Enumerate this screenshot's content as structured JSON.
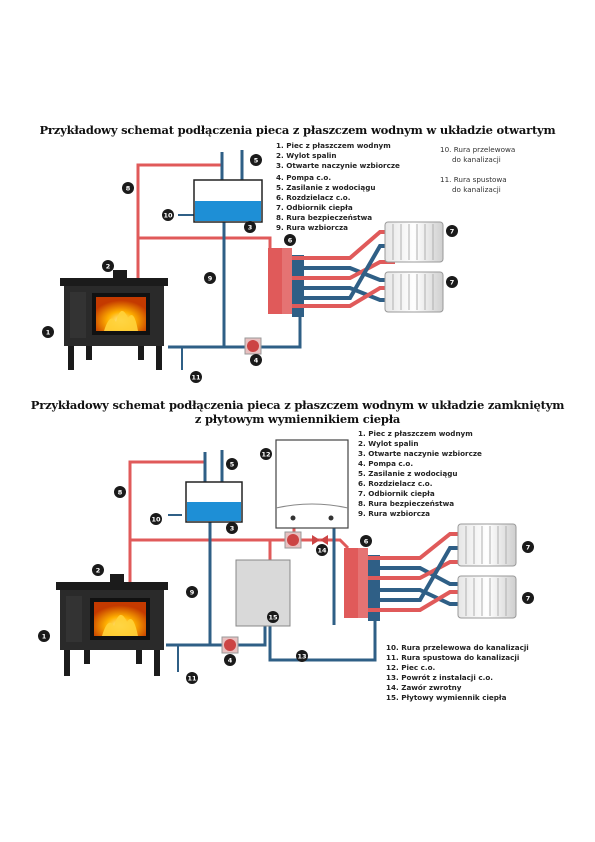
{
  "diagram1": {
    "title": "Przykładowy schemat podłączenia pieca z płaszczem wodnym w układzie otwartym",
    "legend_left": [
      "1. Piec z płaszczem wodnym",
      "2. Wylot spalin",
      "3. Otwarte naczynie wzbiorcze",
      "4. Pompa c.o.",
      "5. Zasilanie z wodociągu",
      "6. Rozdzielacz c.o.",
      "7. Odbiornik ciepła",
      "8. Rura bezpieczeństwa",
      "9. Rura wzbiorcza"
    ],
    "legend_right": [
      "10. Rura przelewowa",
      "do kanalizacji",
      "11. Rura spustowa",
      "do kanalizacji"
    ],
    "markers": [
      "1",
      "2",
      "3",
      "4",
      "5",
      "6",
      "7",
      "7",
      "8",
      "9",
      "10",
      "11"
    ]
  },
  "diagram2": {
    "title_line1": "Przykładowy schemat podłączenia pieca z płaszczem wodnym w układzie zamkniętym",
    "title_line2": "z płytowym wymiennikiem ciepła",
    "legend_top": [
      "1. Piec z płaszczem wodnym",
      "2. Wylot spalin",
      "3. Otwarte naczynie wzbiorcze",
      "4. Pompa c.o.",
      "5. Zasilanie z wodociągu",
      "6. Rozdzielacz c.o.",
      "7. Odbiornik ciepła",
      "8. Rura bezpieczeństwa",
      "9. Rura wzbiorcza"
    ],
    "legend_bottom": [
      "10. Rura przelewowa do kanalizacji",
      "11. Rura spustowa do kanalizacji",
      "12. Piec c.o.",
      "13. Powrót z instalacji c.o.",
      "14. Zawór zwrotny",
      "15. Płytowy wymiennik ciepła"
    ],
    "markers": [
      "1",
      "2",
      "3",
      "4",
      "5",
      "6",
      "7",
      "7",
      "8",
      "9",
      "10",
      "11",
      "12",
      "13",
      "14",
      "15"
    ]
  },
  "colors": {
    "supply_pipe": "#e05a5a",
    "return_pipe": "#2f5f86",
    "water": "#1e8fd6",
    "stove": "#2a2a2a",
    "flame": "#ff8a00"
  }
}
